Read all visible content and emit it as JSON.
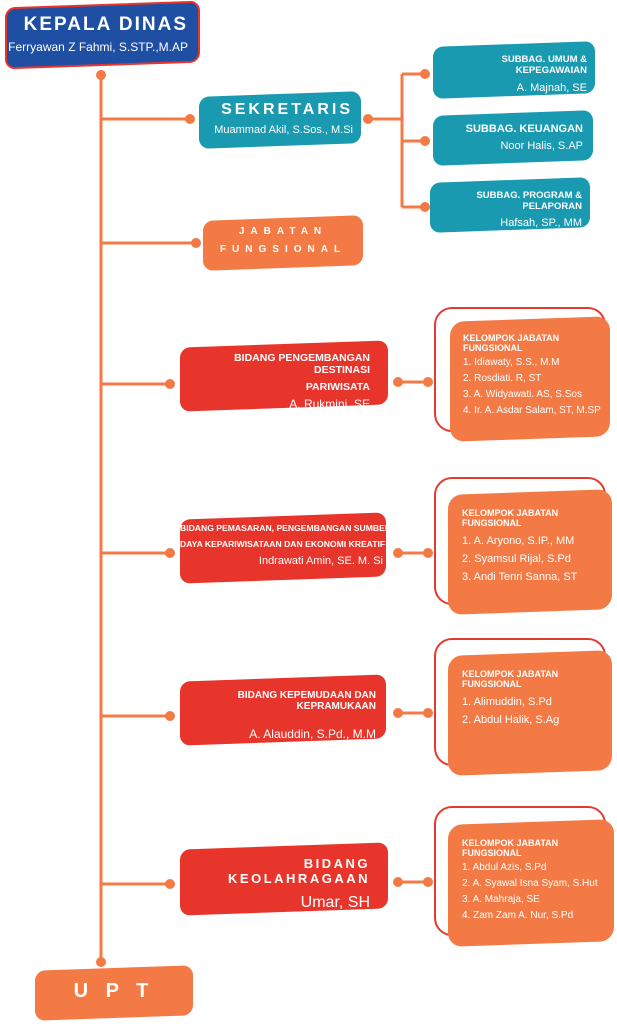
{
  "head": {
    "title": "KEPALA DINAS",
    "name": "Ferryawan Z Fahmi, S.STP.,M.AP"
  },
  "sekretaris": {
    "title": "SEKRETARIS",
    "name": "Muammad Akil, S.Sos., M.Si"
  },
  "subbag": [
    {
      "title": "SUBBAG. UMUM & KEPEGAWAIAN",
      "name": "A. Majnah, SE"
    },
    {
      "title": "SUBBAG. KEUANGAN",
      "name": "Noor Halis, S.AP"
    },
    {
      "title": "SUBBAG. PROGRAM & PELAPORAN",
      "name": "Hafsah, SP., MM"
    }
  ],
  "jabatan": {
    "line1": "JABATAN",
    "line2": "FUNGSIONAL"
  },
  "bidang": [
    {
      "title1": "BIDANG PENGEMBANGAN DESTINASI",
      "title2": "PARIWISATA",
      "name": "A. Rukmini, SE"
    },
    {
      "title1": "BIDANG PEMASARAN, PENGEMBANGAN SUMBER",
      "title2": "DAYA KEPARIWISATAAN DAN EKONOMI KREATIF",
      "name": "Indrawati Amin, SE. M. Si"
    },
    {
      "title1": "BIDANG KEPEMUDAAN DAN KEPRAMUKAAN",
      "title2": "",
      "name": "A. Alauddin, S.Pd., M.M"
    },
    {
      "title1": "BIDANG KEOLAHRAGAAN",
      "title2": "",
      "name": "Umar, SH"
    }
  ],
  "kelompok": [
    {
      "title": "KELOMPOK JABATAN FUNGSIONAL",
      "members": [
        "1. Idiawaty, S.S., M.M",
        "2. Rosdiati. R, ST",
        "3. A. Widyawati. AS, S.Sos",
        "4. Ir. A. Asdar Salam, ST, M.SP"
      ]
    },
    {
      "title": "KELOMPOK JABATAN FUNGSIONAL",
      "members": [
        "1. A. Aryono, S.IP., MM",
        "2. Syamsul Rijal, S.Pd",
        "3. Andi Tenri Sanna, ST"
      ]
    },
    {
      "title": "KELOMPOK JABATAN FUNGSIONAL",
      "members": [
        "1. Alimuddin, S.Pd",
        "2. Abdul Halik, S.Ag"
      ]
    },
    {
      "title": "KELOMPOK JABATAN FUNGSIONAL",
      "members": [
        "1. Abdul Azis, S.Pd",
        "2. A. Syawal Isna Syam, S.Hut",
        "3. A. Mahraja, SE",
        "4. Zam Zam A. Nur, S.Pd"
      ]
    }
  ],
  "upt": {
    "title": "U P T"
  },
  "colors": {
    "line": "#f47a45",
    "blue": "#1e4fa3",
    "teal": "#1a9ab0",
    "red": "#e8352c",
    "orange": "#f47a45"
  }
}
